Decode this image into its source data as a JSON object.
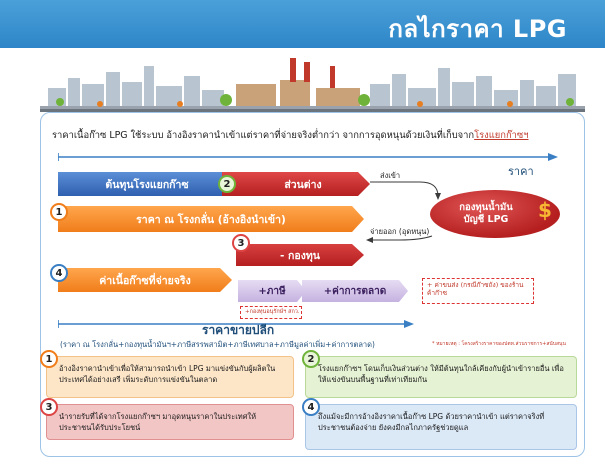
{
  "header": {
    "title": "กลไกราคา LPG"
  },
  "intro": {
    "text": "ราคาเนื้อก๊าซ  LPG ใช้ระบบ อ้างอิงราคานำเข้าแต่ราคาที่จ่ายจริงต่ำกว่า จากการอุดหนุนด้วยเงินที่เก็บจาก",
    "highlight": "โรงแยกก๊าซฯ"
  },
  "axis": {
    "price_label": "ราคา"
  },
  "bars": {
    "cost": "ต้นทุนโรงแยกก๊าซ",
    "difference": "ส่วนต่าง",
    "refinery_price": "ราคา ณ โรงกลั่น (อ้างอิงนำเข้า)",
    "fund_deduction": "- กองทุน",
    "actual_price": "ค่าเนื้อก๊าซที่จ่ายจริง"
  },
  "fund": {
    "line1": "กองทุนน้ำมัน",
    "line2": "บัญชี LPG",
    "symbol": "$"
  },
  "flow": {
    "send_in": "ส่งเข้า",
    "pay_out": "จ่ายออก (อุดหนุน)"
  },
  "additions": {
    "tax": "+ภาษี",
    "marketing": "+ค่าการตลาด"
  },
  "notes": {
    "transport": "+ ค่าขนส่ง (กรณีก๊าซถัง) ของร้านค้าก๊าซ",
    "lab": "+กองทุนอนุรักษ์ฯ  สกว."
  },
  "retail": {
    "title": "ราคาขายปลีก",
    "formula": "(ราคา ณ โรงกลั่น+กองทุนน้ำมันฯ+ภาษีสรรพสามิต+ภาษีเทศบาล+ภาษีมูลค่าเพิ่ม+ค่าการตลาด)",
    "footnote": "* หมายเหตุ : โครงสร้างราคาของปตท.ส่วนราชการ+สนับสนุน"
  },
  "info": [
    {
      "num": "1",
      "text": "อ้างอิงราคานำเข้าเพื่อให้สามารถนำเข้า LPG มาแข่งขันกับผู้ผลิตในประเทศได้อย่างเสรี เพิ่มระดับการแข่งขันในตลาด"
    },
    {
      "num": "2",
      "text": "โรงแยกก๊าซฯ โดนเก็บเงินส่วนต่าง ให้มีต้นทุนใกล้เคียงกับผู้นำเข้ารายอื่น เพื่อให้แข่งขันบนพื้นฐานที่เท่าเทียมกัน"
    },
    {
      "num": "3",
      "text": "นำรายรับที่ได้จากโรงแยกก๊าซฯ มาอุดหนุนราคาในประเทศให้ประชาชนได้รับประโยชน์"
    },
    {
      "num": "4",
      "text": "ถึงแม้จะมีการอ้างอิงราคาเนื้อก๊าซ LPG ด้วยราคานำเข้า แต่ราคาจริงที่ประชาชนต้องจ่าย ยังคงมีกลไกภาครัฐช่วยดูแล"
    }
  ],
  "colors": {
    "title_bar": "#2e86c8",
    "cost_bar": "#2f5fb0",
    "diff_bar": "#b51f1f",
    "orange_bar": "#f07d1a",
    "fund_oval": "#b51f1f",
    "accent_blue": "#1f4e79"
  }
}
